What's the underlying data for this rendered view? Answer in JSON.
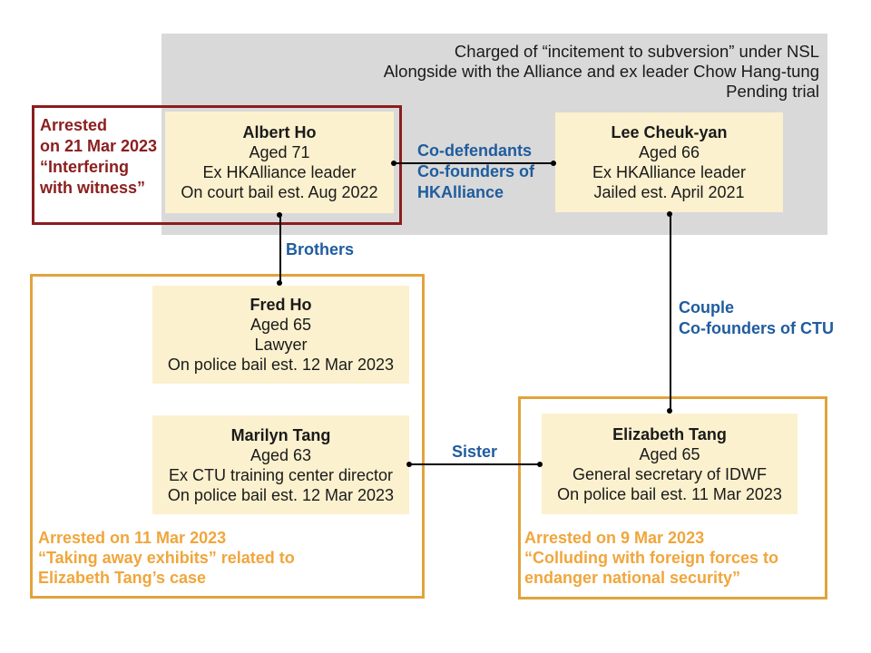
{
  "header": {
    "lines": [
      "Charged of “incitement to subversion” under NSL",
      "Alongside with the Alliance and ex leader Chow Hang-tung",
      "Pending trial"
    ]
  },
  "people": {
    "albert": {
      "name": "Albert Ho",
      "lines": [
        "Aged 71",
        "Ex HKAlliance leader",
        "On court bail est. Aug 2022"
      ]
    },
    "lee": {
      "name": "Lee Cheuk-yan",
      "lines": [
        "Aged 66",
        "Ex HKAlliance leader",
        "Jailed est. April 2021"
      ]
    },
    "fred": {
      "name": "Fred Ho",
      "lines": [
        "Aged 65",
        "Lawyer",
        "On police bail est. 12 Mar 2023"
      ]
    },
    "marilyn": {
      "name": "Marilyn Tang",
      "lines": [
        "Aged 63",
        "Ex CTU training center director",
        "On police bail est. 12 Mar 2023"
      ]
    },
    "elizabeth": {
      "name": "Elizabeth Tang",
      "lines": [
        "Aged 65",
        "General secretary of IDWF",
        "On police bail est. 11 Mar 2023"
      ]
    }
  },
  "annotations": {
    "albert_arrest": {
      "lines": [
        "Arrested",
        "on 21 Mar 2023",
        "“Interfering",
        "with witness”"
      ]
    },
    "left_arrest": {
      "lines": [
        "Arrested on 11 Mar 2023",
        "“Taking away exhibits” related to",
        "Elizabeth Tang’s case"
      ]
    },
    "right_arrest": {
      "lines": [
        "Arrested on 9 Mar 2023",
        "“Colluding with foreign forces to",
        "endanger national security”"
      ]
    }
  },
  "relations": {
    "codefendants": {
      "lines": [
        "Co-defendants",
        "Co-founders of",
        "HKAlliance"
      ]
    },
    "brothers": "Brothers",
    "couple": {
      "lines": [
        "Couple",
        "Co-founders of CTU"
      ]
    },
    "sister": "Sister"
  },
  "colors": {
    "panel_gray": "#D9D9D9",
    "card_cream": "#FCF1CE",
    "dark_red": "#8B1E1E",
    "orange": "#E2A33C",
    "orange_text": "#F0A63C",
    "blue": "#1F5C9E",
    "line_black": "#000000"
  }
}
